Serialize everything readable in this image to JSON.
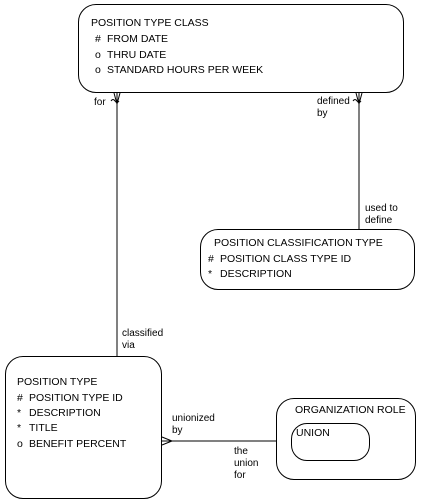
{
  "entities": {
    "position_type_class": {
      "title": "POSITION TYPE CLASS",
      "attributes": [
        {
          "sym": "#",
          "name": "FROM DATE"
        },
        {
          "sym": "o",
          "name": "THRU DATE"
        },
        {
          "sym": "o",
          "name": "STANDARD HOURS PER WEEK"
        }
      ]
    },
    "position_classification_type": {
      "title": "POSITION CLASSIFICATION TYPE",
      "attributes": [
        {
          "sym": "#",
          "name": "POSITION CLASS TYPE ID"
        },
        {
          "sym": "*",
          "name": "DESCRIPTION"
        }
      ]
    },
    "position_type": {
      "title": "POSITION TYPE",
      "attributes": [
        {
          "sym": "#",
          "name": "POSITION TYPE ID"
        },
        {
          "sym": "*",
          "name": "DESCRIPTION"
        },
        {
          "sym": "*",
          "name": "TITLE"
        },
        {
          "sym": "o",
          "name": "BENEFIT PERCENT"
        }
      ]
    },
    "organization_role": {
      "title": "ORGANIZATION ROLE",
      "subtype": "UNION"
    }
  },
  "relationships": {
    "for": "for",
    "defined_by": "defined\nby",
    "used_to_define": "used to\ndefine",
    "classified_via": "classified\nvia",
    "unionized_by": "unionized\nby",
    "the_union_for": "the\nunion\nfor"
  }
}
